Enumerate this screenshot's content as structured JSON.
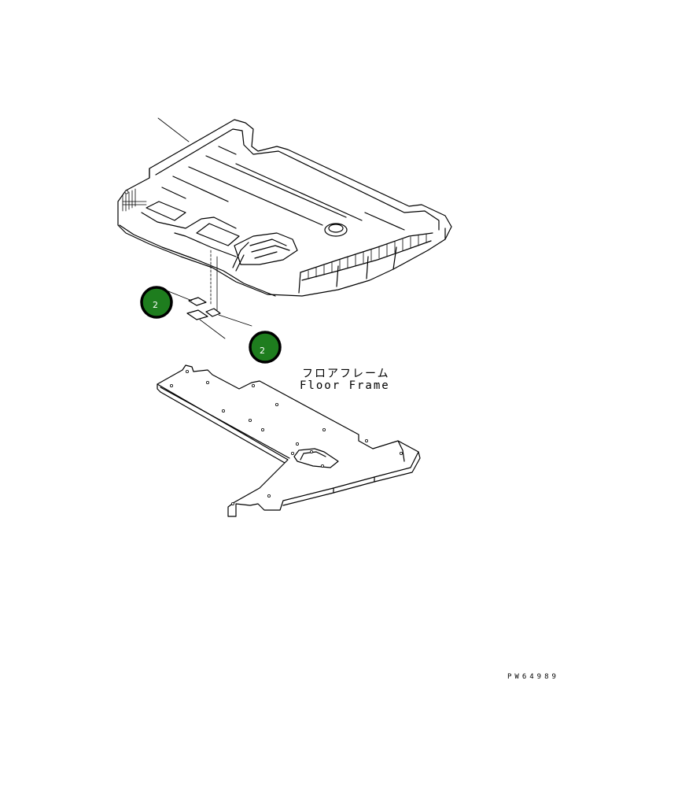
{
  "part_label": {
    "japanese": "フロアフレーム",
    "english": "Floor Frame"
  },
  "callouts": [
    {
      "id": "callout-a",
      "number": "2"
    },
    {
      "id": "callout-b",
      "number": "2"
    }
  ],
  "drawing_code": "PW64989",
  "colors": {
    "callout_fill": "#1e7d1e",
    "callout_border": "#000000",
    "line": "#000000",
    "background": "#ffffff"
  }
}
